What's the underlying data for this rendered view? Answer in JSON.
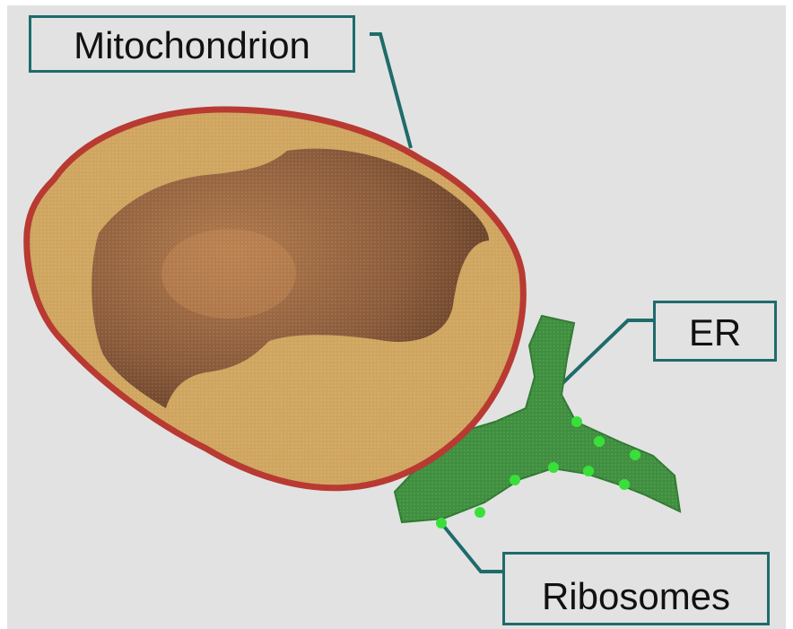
{
  "labels": {
    "mitochondrion": "Mitochondrion",
    "er": "ER",
    "ribosomes": "Ribosomes"
  },
  "colors": {
    "background": "#e2e2e2",
    "callout_line": "#1f6b6b",
    "mitochondrion_membrane": "#b83a32",
    "mitochondrion_outer": "#cfa55f",
    "mitochondrion_inner": "#8a5a3a",
    "er": "#3f8f3f",
    "ribosome": "#39e03a"
  }
}
